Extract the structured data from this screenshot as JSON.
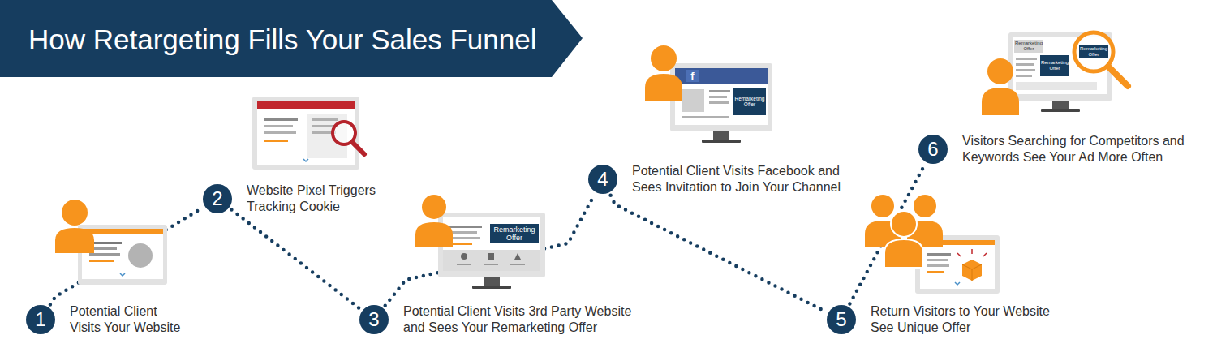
{
  "diagram": {
    "title": "How Retargeting Fills Your Sales Funnel",
    "nodes": [
      {
        "text": [
          "1",
          "Potential Client Visits Your Website"
        ]
      },
      {
        "text": [
          "2",
          "Website Pixel Triggers Tracking Cookie"
        ]
      },
      {
        "text": [
          "3",
          "Potential Client Visits 3rd Party Website and Sees Your Remarketing Offer"
        ]
      },
      {
        "text": [
          "4",
          "Potential Client Visits Facebook and Sees Invitation to Join Your Channel"
        ]
      },
      {
        "text": [
          "5",
          "Return Visitors to Your Website See Unique Offer"
        ]
      },
      {
        "text": [
          "6",
          "Visitors Searching for Competitors and Keywords See Your Ad More Often"
        ]
      }
    ],
    "edges": [
      {
        "from": 0,
        "to": 1,
        "arrow": "none"
      },
      {
        "from": 1,
        "to": 2,
        "arrow": "none"
      },
      {
        "from": 2,
        "to": 3,
        "arrow": "none"
      },
      {
        "from": 3,
        "to": 4,
        "arrow": "none"
      },
      {
        "from": 4,
        "to": 5,
        "arrow": "none"
      }
    ],
    "labels": [
      "Remarketing Offer",
      "f",
      "Remarketing Offer",
      "Remarketing Offer",
      "Remarketing Offer",
      "Remarketing Offer"
    ]
  }
}
